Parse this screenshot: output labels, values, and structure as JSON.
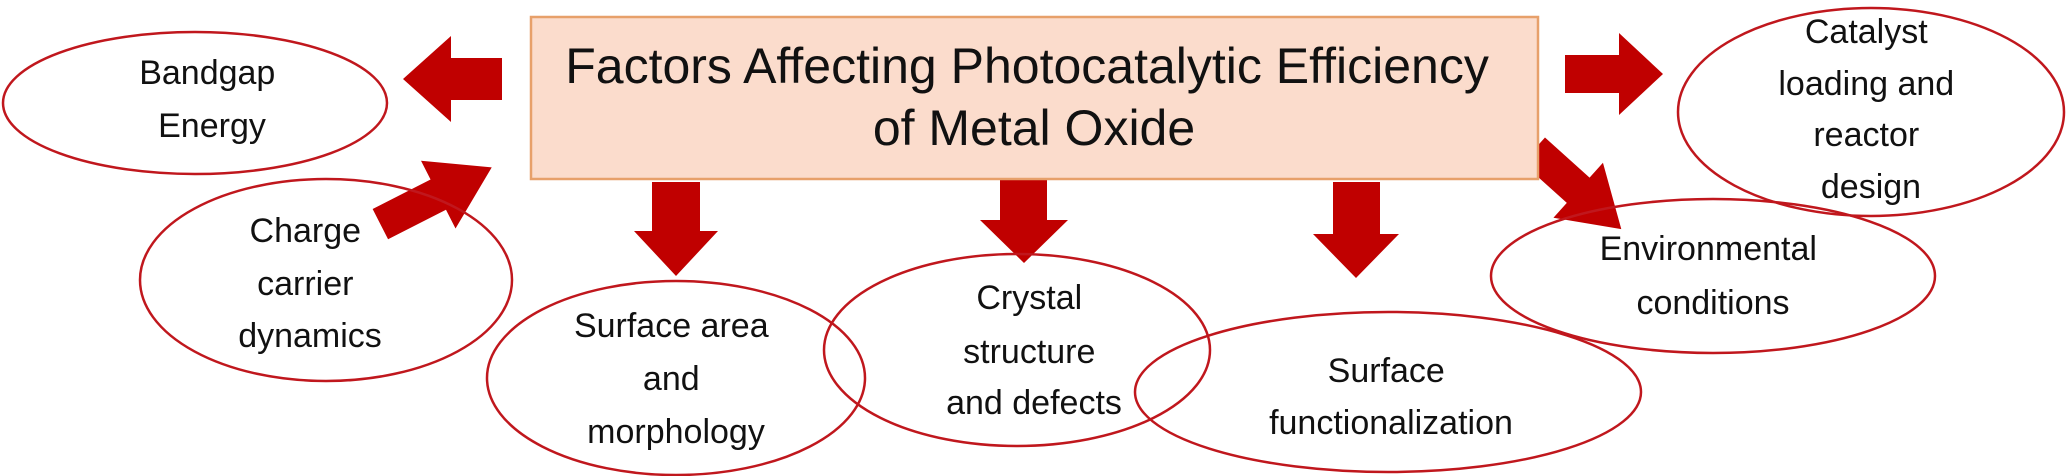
{
  "title": {
    "lines": [
      "Factors Affecting Photocatalytic Efficiency",
      "of Metal Oxide"
    ]
  },
  "factors": [
    {
      "id": "bandgap",
      "lines": [
        "Bandgap",
        "Energy"
      ]
    },
    {
      "id": "charge",
      "lines": [
        "Charge",
        "carrier",
        "dynamics"
      ]
    },
    {
      "id": "surface-area",
      "lines": [
        "Surface area",
        "and",
        "morphology"
      ]
    },
    {
      "id": "crystal",
      "lines": [
        "Crystal",
        "structure",
        "and defects"
      ]
    },
    {
      "id": "functionalization",
      "lines": [
        "Surface",
        "functionalization"
      ]
    },
    {
      "id": "environmental",
      "lines": [
        "Environmental",
        "conditions"
      ]
    },
    {
      "id": "catalyst",
      "lines": [
        "Catalyst",
        "loading and",
        "reactor",
        "design"
      ]
    }
  ],
  "colors": {
    "title_fill": "#fbdccc",
    "title_border": "#e7a06a",
    "ellipse_stroke": "#c0171d",
    "arrow_fill": "#c00000",
    "text": "#111111"
  }
}
